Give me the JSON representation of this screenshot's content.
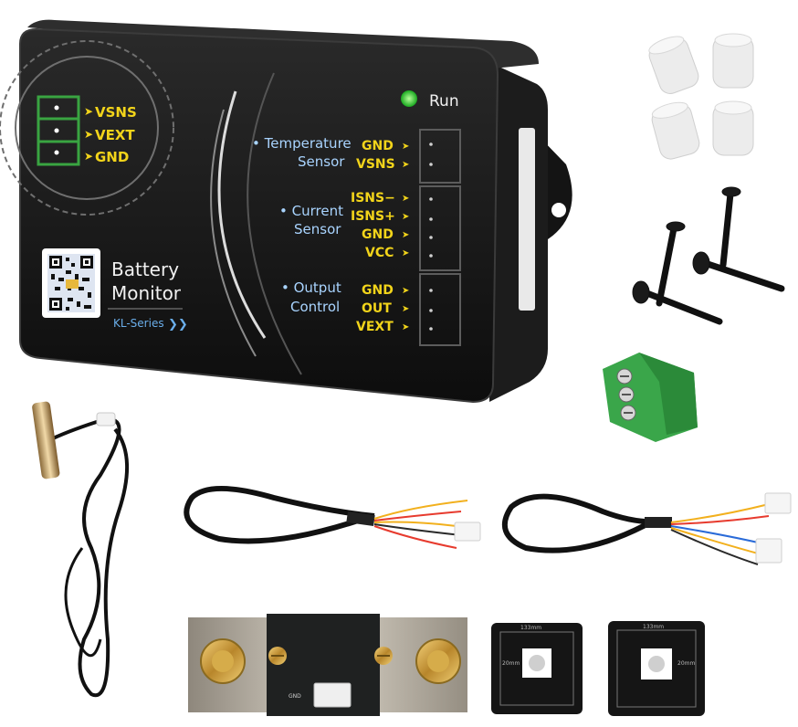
{
  "device": {
    "run_label": "Run",
    "title_line1": "Battery",
    "title_line2": "Monitor",
    "series": "KL-Series",
    "series_arrow": "❯❯",
    "left_pins": [
      "VSNS",
      "VEXT",
      "GND"
    ],
    "temp_label_1": "• Temperature",
    "temp_label_2": "Sensor",
    "temp_pins": [
      "GND",
      "VSNS"
    ],
    "current_label_1": "• Current",
    "current_label_2": "Sensor",
    "current_pins": [
      "ISNS−",
      "ISNS+",
      "GND",
      "VCC"
    ],
    "output_label_1": "• Output",
    "output_label_2": "Control",
    "output_pins": [
      "GND",
      "OUT",
      "VEXT"
    ],
    "led_color": "#37e23a"
  },
  "shunt": {
    "pcb_label": "GND"
  },
  "plates": [
    {
      "top": "133mm",
      "side": "20mm"
    },
    {
      "top": "133mm",
      "side": "20mm"
    }
  ],
  "colors": {
    "pin_text": "#f2d41a",
    "label_text": "#a9d4ff",
    "terminal_green": "#3aa64a"
  }
}
